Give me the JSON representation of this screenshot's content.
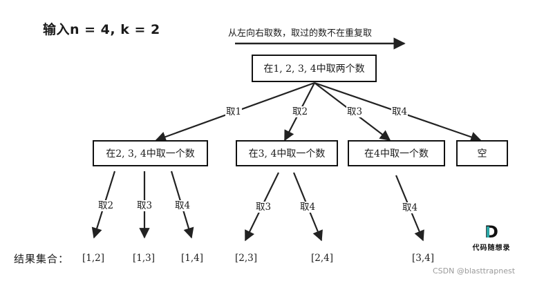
{
  "title": "输入n = 4, k = 2",
  "direction_note": "从左向右取数，取过的数不在重复取",
  "nodes": {
    "root": "在1, 2, 3, 4中取两个数",
    "child_1": "在2, 3, 4中取一个数",
    "child_2": "在3, 4中取一个数",
    "child_3": "在4中取一个数",
    "child_4": "空"
  },
  "edge_labels": {
    "root_to_child_1": "取1",
    "root_to_child_2": "取2",
    "root_to_child_3": "取3",
    "root_to_child_4": "取4",
    "child_1_pick_2": "取2",
    "child_1_pick_3": "取3",
    "child_1_pick_4": "取4",
    "child_2_pick_3": "取3",
    "child_2_pick_4": "取4",
    "child_3_pick_4": "取4"
  },
  "results_label": "结果集合：",
  "results": [
    "[1,2]",
    "[1,3]",
    "[1,4]",
    "[2,3]",
    "[2,4]",
    "[3,4]"
  ],
  "logo_text": "代码随想录",
  "watermark": "CSDN @blasttrapnest",
  "colors": {
    "line": "#222222",
    "accent": "#2aa6a6",
    "watermark": "#9a9a9a"
  }
}
